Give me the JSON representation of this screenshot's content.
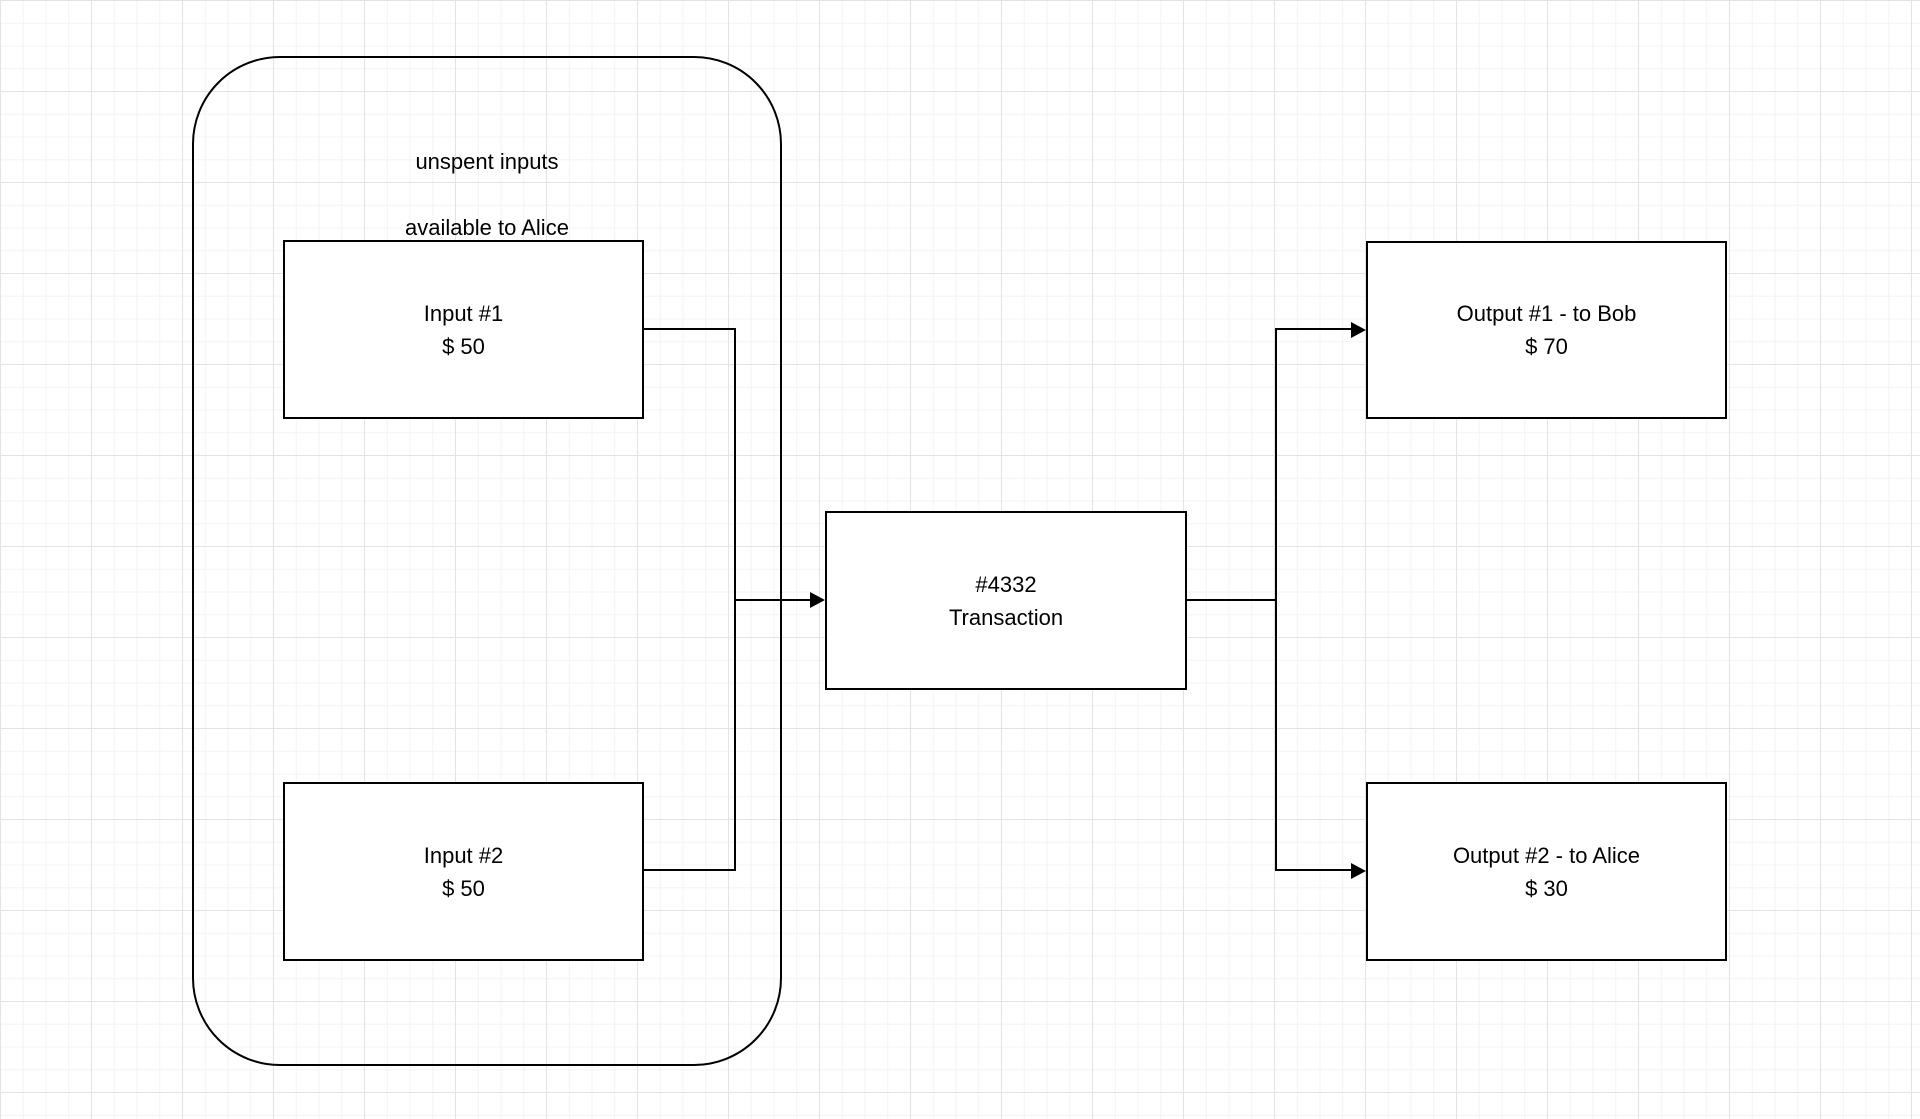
{
  "diagram": {
    "group": {
      "label": [
        "unspent inputs",
        "available to Alice"
      ]
    },
    "nodes": {
      "input1": {
        "line1": "Input #1",
        "line2": "$ 50"
      },
      "input2": {
        "line1": "Input #2",
        "line2": "$ 50"
      },
      "transaction": {
        "line1": "#4332",
        "line2": "Transaction"
      },
      "output1": {
        "line1": "Output #1 - to Bob",
        "line2": "$ 70"
      },
      "output2": {
        "line1": "Output #2 - to Alice",
        "line2": "$ 30"
      }
    },
    "edges": [
      {
        "from": "input1",
        "to": "transaction"
      },
      {
        "from": "input2",
        "to": "transaction"
      },
      {
        "from": "transaction",
        "to": "output1"
      },
      {
        "from": "transaction",
        "to": "output2"
      }
    ],
    "colors": {
      "stroke": "#000000",
      "node_fill": "#ffffff",
      "background": "#ffffff",
      "grid_minor": "#f3f3f3",
      "grid_major": "#e3e3e3"
    }
  }
}
